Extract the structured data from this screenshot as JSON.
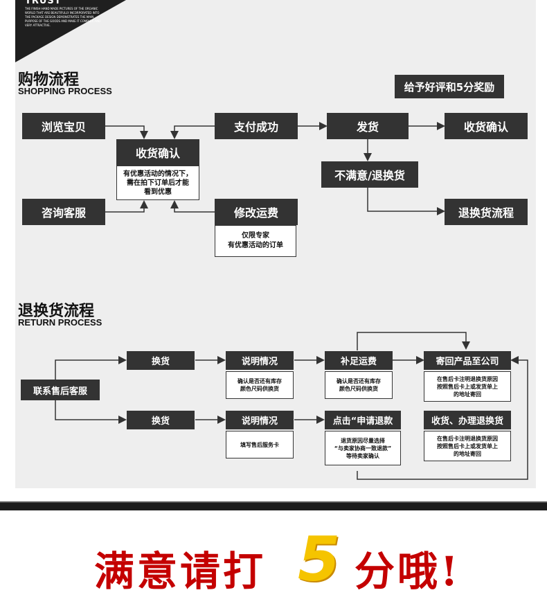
{
  "trust": {
    "title": "TRUST",
    "body": "THE FINISH HAND MADE PICTURES OF THE ORGANIC WORLD THAT ARE BEAUTIFULLY INCORPORATED INTO THE PACKAGE DESIGN DEMONSTRATES THE MAIN PURPOSE OF THE GOODS AND MAKE IT COMPLEX AND VERY ATTRACTIVE."
  },
  "shopping": {
    "title": "购物流程",
    "subtitle": "SHOPPING PROCESS",
    "reward": "给予好评和5分奖励",
    "browse": "浏览宝贝",
    "consult": "咨询客服",
    "confirm_receipt": "收货确认",
    "promo_note": [
      "有优惠活动的情况下，",
      "需在拍下订单后才能",
      "看到优惠"
    ],
    "pay_success": "支付成功",
    "modify_shipping": "修改运费",
    "modify_note": [
      "仅限专家",
      "有优惠活动的订单"
    ],
    "ship": "发货",
    "receipt_confirm": "收货确认",
    "unsatisfied": "不满意/退换货",
    "return_flow": "退换货流程"
  },
  "return": {
    "title": "退换货流程",
    "subtitle": "RETURN PROCESS",
    "contact": "联系售后客服",
    "exchange_top": "换货",
    "explain_top": "说明情况",
    "explain_top_note": [
      "确认是否还有库存",
      "颜色尺码供换货"
    ],
    "supplement": "补足运费",
    "supplement_note": [
      "确认是否还有库存",
      "颜色尺码供换货"
    ],
    "send_back": "寄回产品至公司",
    "send_back_note": [
      "在售后卡注明退换货原因",
      "按照售后卡上或发货单上",
      "的地址寄回"
    ],
    "exchange_bottom": "换货",
    "explain_bottom": "说明情况",
    "explain_bottom_note": [
      "填写售后服务卡"
    ],
    "apply_refund": "点击“申请退款",
    "apply_refund_note": [
      "退货原因尽量选择",
      "“与卖家协商一致退款”",
      "等待卖家确认"
    ],
    "receive_refund": "收货、办理退换货",
    "receive_refund_note": [
      "在售后卡注明退换货原因",
      "按照售后卡上或发货单上",
      "的地址寄回"
    ]
  },
  "banner": {
    "left": "满意请打",
    "number": "5",
    "right": "分哦!"
  },
  "colors": {
    "box": "#333333",
    "panel": "#eeeeee",
    "accent_red": "#c40000",
    "accent_gold": "#f5c400"
  }
}
